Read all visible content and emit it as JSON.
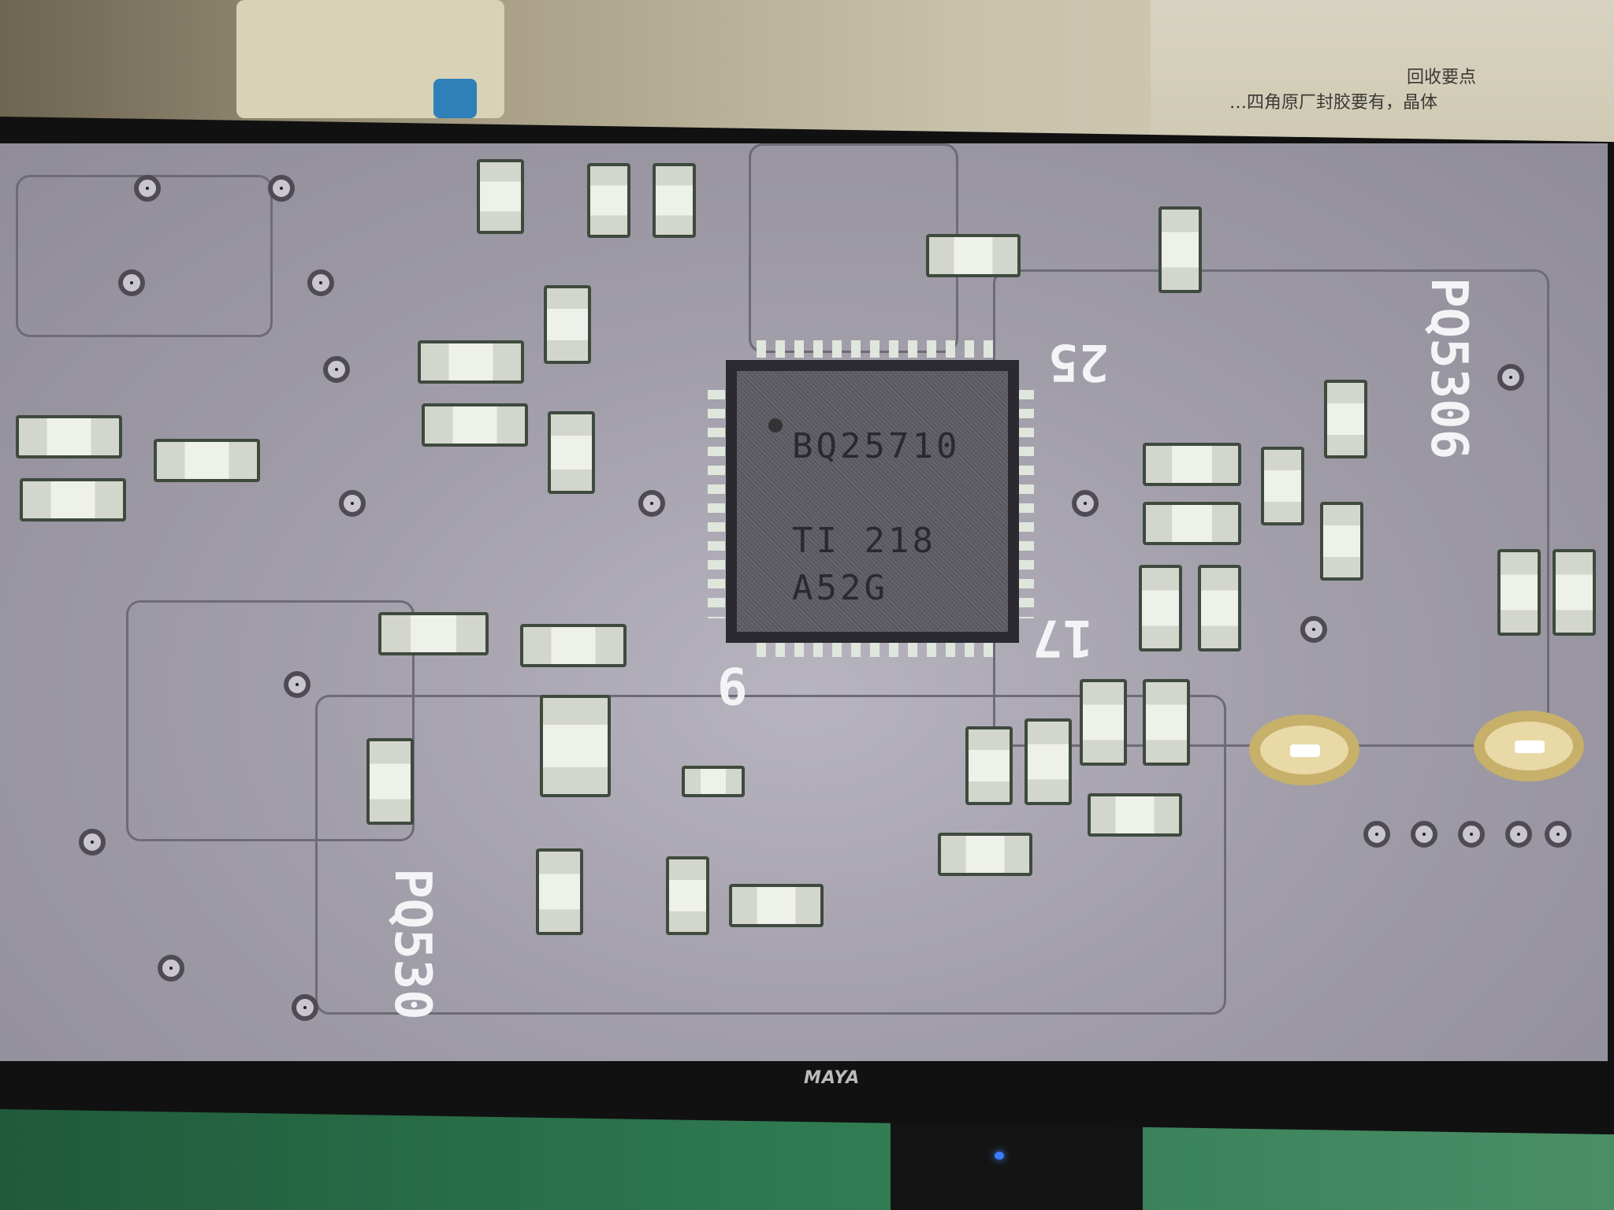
{
  "background_paper": {
    "title": "回收要点",
    "line": "…四角原厂封胶要有，晶体"
  },
  "monitor": {
    "brand_logo": "MAYA"
  },
  "pcb": {
    "chip": {
      "line1": "BQ25710",
      "line2": "TI 218",
      "line3": "A52G"
    },
    "silkscreen": {
      "pin_25": "25",
      "pin_17": "17",
      "pin_9": "9",
      "ref_right": "PQ5306",
      "ref_left": "PQ530"
    }
  }
}
